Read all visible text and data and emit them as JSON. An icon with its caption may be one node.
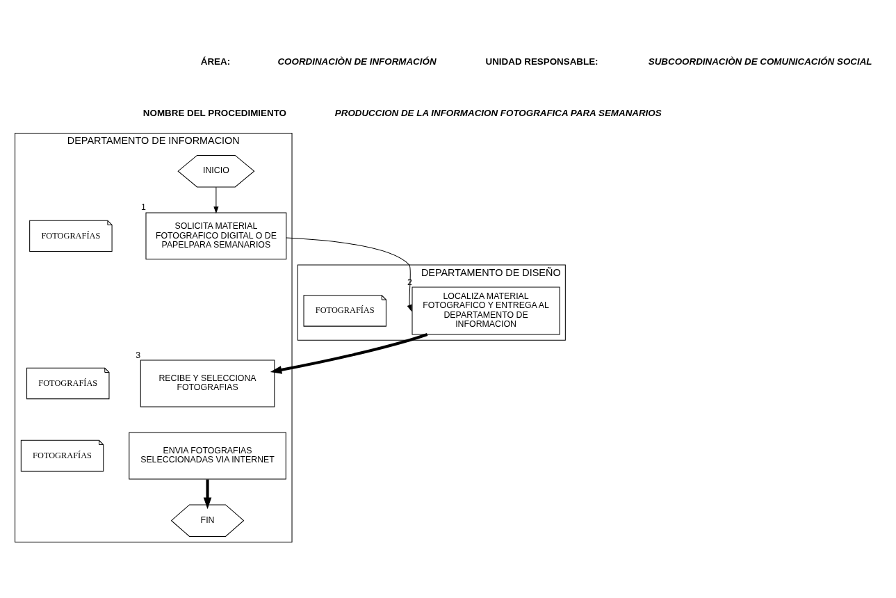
{
  "diagram": {
    "nodes": [
      {
        "text": [
          "DEPARTAMENTO DE INFORMACION"
        ]
      },
      {
        "text": [
          "INICIO"
        ],
        "in": 0
      },
      {
        "text": [
          "SOLICITA MATERIAL FOTOGRAFICO DIGITAL O DE PAPELPARA SEMANARIOS"
        ],
        "in": 0,
        "beside": [
          "1"
        ]
      },
      {
        "text": [
          "FOTOGRAFÍAS"
        ],
        "in": 0
      },
      {
        "text": [
          "DEPARTAMENTO DE DISEÑO"
        ]
      },
      {
        "text": [
          "LOCALIZA MATERIAL FOTOGRAFICO Y ENTREGA AL DEPARTAMENTO DE INFORMACION"
        ],
        "in": 4,
        "beside": [
          "2"
        ]
      },
      {
        "text": [
          "FOTOGRAFÍAS"
        ],
        "in": 4
      },
      {
        "text": [
          "RECIBE Y SELECCIONA FOTOGRAFIAS"
        ],
        "in": 0,
        "beside": [
          "3"
        ]
      },
      {
        "text": [
          "FOTOGRAFÍAS"
        ],
        "in": 0
      },
      {
        "text": [
          "ENVIA FOTOGRAFIAS SELECCIONADAS VIA INTERNET"
        ],
        "in": 0
      },
      {
        "text": [
          "FOTOGRAFÍAS"
        ],
        "in": 0
      },
      {
        "text": [
          "FIN"
        ],
        "in": 0
      }
    ],
    "edges": [
      {
        "from": 1,
        "to": 2,
        "arrow": "to"
      },
      {
        "from": 2,
        "to": 5,
        "arrow": "to"
      },
      {
        "from": 5,
        "to": 7,
        "arrow": "to",
        "style": "thick"
      },
      {
        "from": 9,
        "to": 11,
        "arrow": "to",
        "style": "thick"
      }
    ],
    "labels": [
      "ÁREA:",
      "COORDINACIÒN DE INFORMACIÓN",
      "UNIDAD RESPONSABLE:",
      "SUBCOORDINACIÒN DE COMUNICACIÓN SOCIAL",
      "NOMBRE DEL PROCEDIMIENTO",
      "PRODUCCION DE LA INFORMACION FOTOGRAFICA PARA SEMANARIOS"
    ]
  }
}
